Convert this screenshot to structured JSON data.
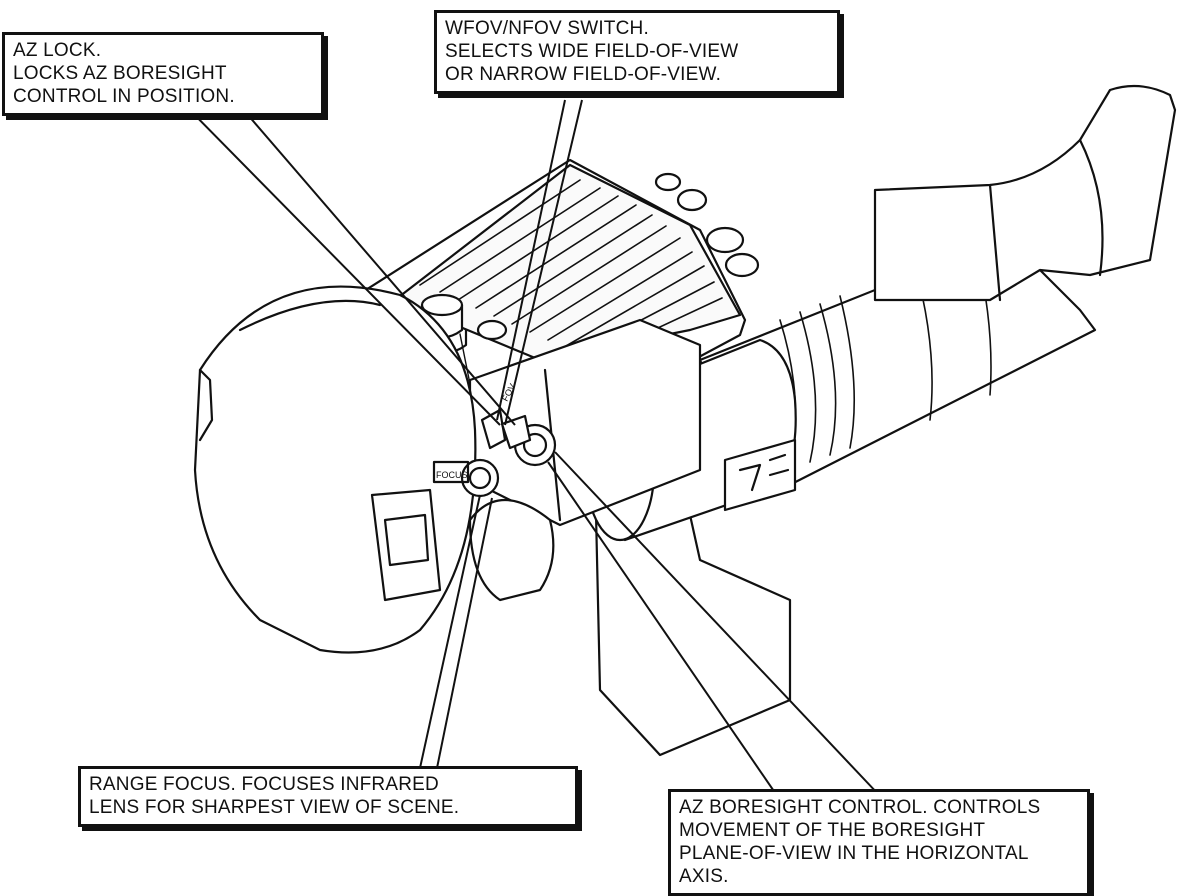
{
  "callouts": {
    "az_lock": {
      "lines": [
        "AZ LOCK.",
        "LOCKS AZ BORESIGHT",
        "CONTROL IN POSITION."
      ]
    },
    "wfov_nfov": {
      "lines": [
        "WFOV/NFOV SWITCH.",
        "SELECTS WIDE FIELD-OF-VIEW",
        "OR NARROW FIELD-OF-VIEW."
      ]
    },
    "range_focus": {
      "lines": [
        "RANGE FOCUS. FOCUSES INFRARED",
        "LENS FOR SHARPEST VIEW OF SCENE."
      ]
    },
    "az_boresight": {
      "lines": [
        "AZ BORESIGHT CONTROL. CONTROLS",
        "MOVEMENT OF THE BORESIGHT",
        "PLANE-OF-VIEW IN THE HORIZONTAL",
        "AXIS."
      ]
    }
  },
  "device_markings": {
    "fov": "FOV",
    "focus": "FOCUS"
  },
  "colors": {
    "ink": "#111111",
    "paper": "#ffffff"
  }
}
